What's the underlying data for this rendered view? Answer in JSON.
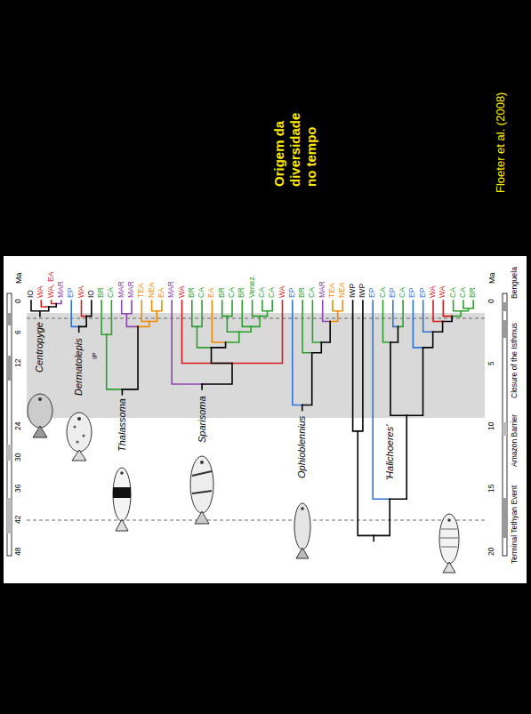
{
  "diagram": {
    "title": "Origem da diversidade no tempo",
    "caption": "Floeter et al. (2008)",
    "labels": [
      "IO",
      "WA",
      "WA, EA",
      "MAR",
      "EP",
      "WA",
      "IO",
      "BR",
      "CA",
      "MAR",
      "MAR",
      "TEA",
      "NEA",
      "EA",
      "MAR",
      "WA",
      "BR",
      "CA",
      "EA",
      "BR",
      "CA",
      "BR",
      "Venez.",
      "CA",
      "CA",
      "WA",
      "EP",
      "BR",
      "CA",
      "MAR",
      "TEA",
      "NEA",
      "IWP",
      "IWP",
      "EP",
      "CA",
      "EP",
      "CA",
      "EP",
      "EP",
      "WA",
      "WA",
      "CA",
      "CA",
      "BR",
      "Centropyge",
      "Dermatolepis",
      "Thalassoma",
      "IP",
      "Sparisoma",
      "Ophioblennius",
      "'Halichoeres'",
      "Ma",
      "0",
      "6",
      "12",
      "24",
      "30",
      "36",
      "42",
      "48",
      "Ma",
      "0",
      "5",
      "10",
      "15",
      "20",
      "Benguela",
      "Closure of the Isthmus",
      "Amazon Barrier",
      "Terminal Tethyan Event"
    ]
  }
}
